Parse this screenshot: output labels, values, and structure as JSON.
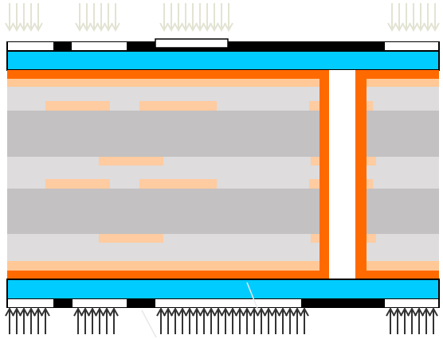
{
  "diagram": {
    "type": "pcb-cross-section",
    "layers": [
      {
        "name": "top-light-arrows",
        "color": "#e6e6d8"
      },
      {
        "name": "top-mask-and-pads",
        "color": "#000000"
      },
      {
        "name": "top-solder-mask",
        "color": "#00ccff"
      },
      {
        "name": "top-copper-plating",
        "color": "#ff6a00"
      },
      {
        "name": "top-copper-foil",
        "color": "#ffc896"
      },
      {
        "name": "prepreg",
        "color": "#dcdcdc"
      },
      {
        "name": "core",
        "color": "#c3c1c1"
      },
      {
        "name": "inner-copper-traces",
        "color": "#ffcba0"
      },
      {
        "name": "via-hole",
        "color": "#ffffff"
      },
      {
        "name": "via-barrel-plating",
        "color": "#ff6a00"
      },
      {
        "name": "bottom-copper-foil",
        "color": "#ffc896"
      },
      {
        "name": "bottom-copper-plating",
        "color": "#ff6a00"
      },
      {
        "name": "bottom-solder-mask",
        "color": "#00ccff"
      },
      {
        "name": "bottom-mask-and-pads",
        "color": "#000000"
      },
      {
        "name": "bottom-dark-arrows",
        "color": "#333333"
      }
    ],
    "arrow_groups": {
      "top_counts": [
        5,
        6,
        10,
        7
      ],
      "bottom_counts": [
        6,
        6,
        21,
        7
      ]
    }
  }
}
